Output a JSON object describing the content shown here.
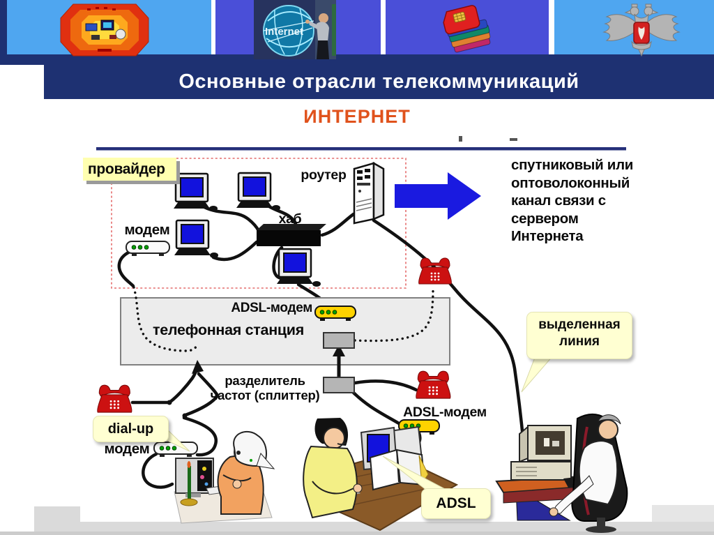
{
  "slide": {
    "title": "Основные отрасли телекоммуникаций",
    "subtitle": "ИНТЕРНЕТ"
  },
  "logos": {
    "internet_photo_text": "Internet"
  },
  "diagram": {
    "provider": "провайдер",
    "router": "роутер",
    "hub": "хаб",
    "provider_modem": "модем",
    "channel_lines": [
      "спутниковый или",
      "оптоволоконный",
      "канал связи с",
      "сервером",
      "Интернета"
    ],
    "station_adsl_modem": "ADSL-модем",
    "station": "телефонная станция",
    "splitter_lines": [
      "разделитель",
      "частот (сплиттер)"
    ],
    "dedicated_lines": [
      "выделенная",
      "линия"
    ],
    "dialup": "dial-up",
    "dialup_modem": "модем",
    "user_adsl_modem": "ADSL-модем",
    "adsl": "ADSL"
  },
  "colors": {
    "header_navy": "#1e3172",
    "subtitle_orange": "#e0521c",
    "bar_light_blue": "#4fa6f0",
    "bar_purple": "#4a4fd8",
    "callout_yellow": "#ffffd2",
    "modem_yellow": "#ffd300",
    "phone_red": "#cc1111",
    "arrow_blue": "#1a1ae0",
    "screen_blue": "#1212dd",
    "dashed_red": "#e46a6a"
  }
}
